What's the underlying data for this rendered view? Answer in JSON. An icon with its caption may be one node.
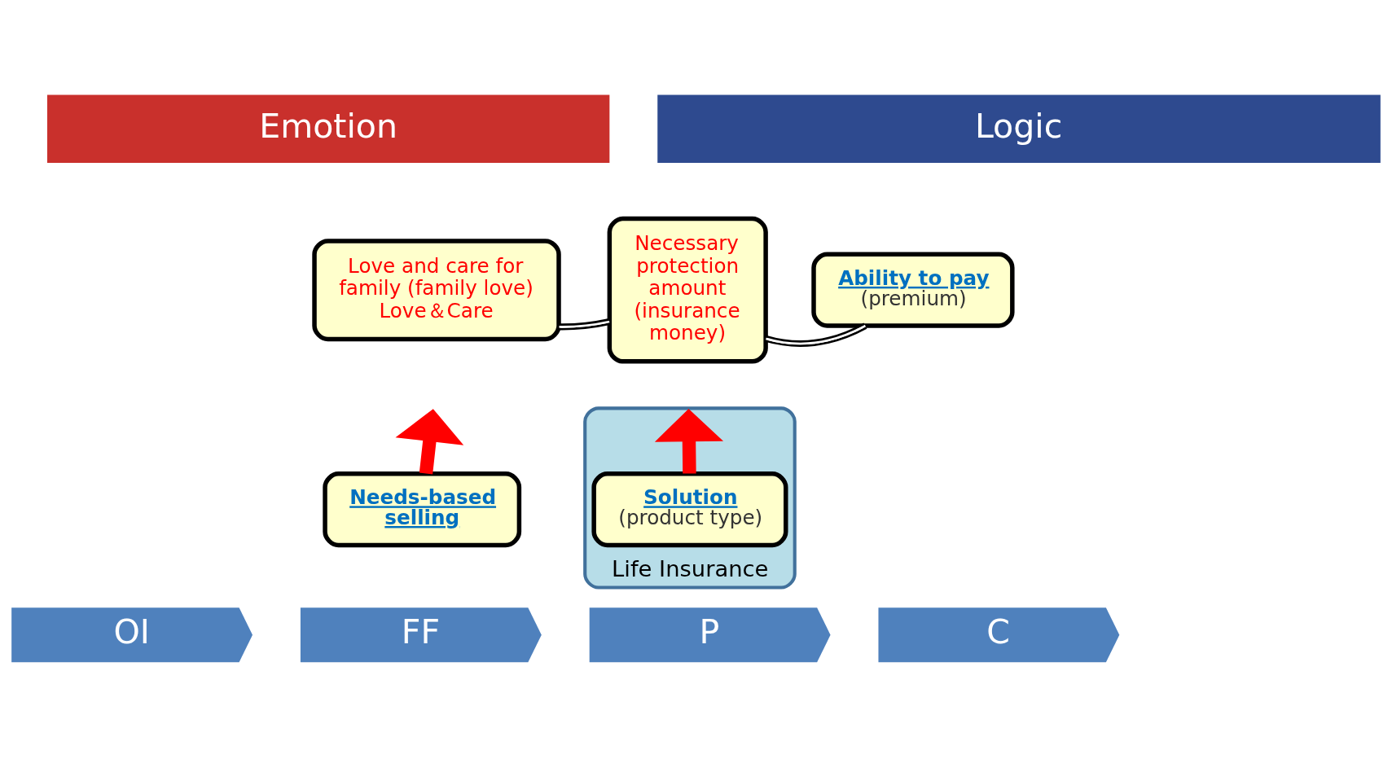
{
  "diagram": {
    "nodes": [
      {
        "text": [
          "Emotion"
        ]
      },
      {
        "text": [
          "Logic"
        ]
      },
      {
        "text": [
          "Life Insurance"
        ]
      },
      {
        "text": [
          "Love and care for family (family love) Love＆Care"
        ]
      },
      {
        "text": [
          "Necessary protection amount (insurance money)"
        ]
      },
      {
        "text": [
          "Ability to pay",
          "(premium)"
        ]
      },
      {
        "text": [
          "Needs-based selling"
        ]
      },
      {
        "text": [
          "Solution",
          "(product type)"
        ],
        "in": 2
      },
      {
        "text": [
          "OI"
        ]
      },
      {
        "text": [
          "FF"
        ]
      },
      {
        "text": [
          "P"
        ]
      },
      {
        "text": [
          "C"
        ]
      }
    ],
    "edges": [
      {
        "from": 3,
        "to": 4,
        "arrow": "none"
      },
      {
        "from": 4,
        "to": 5,
        "arrow": "none"
      },
      {
        "from": 6,
        "to": null,
        "arrow": "to",
        "style": "thick",
        "color": "#ff0000"
      },
      {
        "from": 7,
        "to": null,
        "arrow": "to",
        "style": "thick",
        "color": "#ff0000"
      }
    ]
  }
}
